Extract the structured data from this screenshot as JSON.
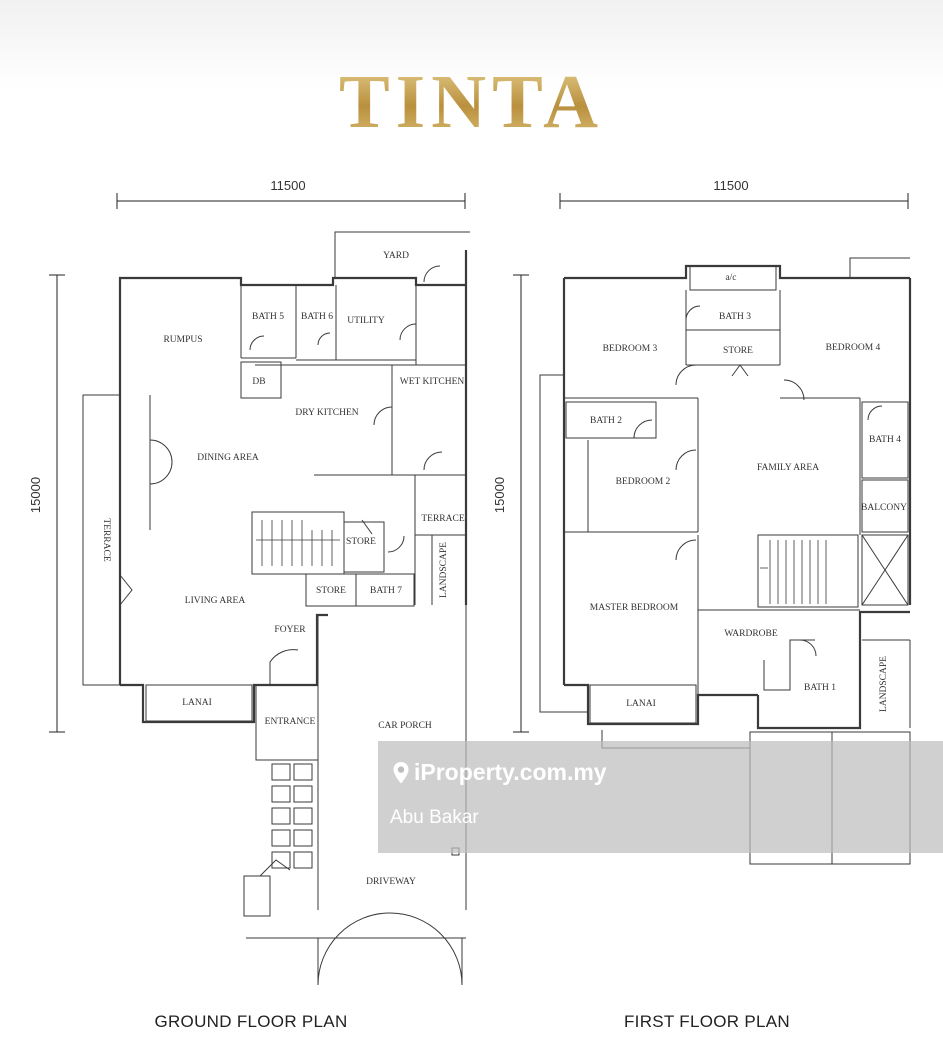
{
  "brand": {
    "title": "TINTA"
  },
  "dimensions": {
    "ground_width": "11500",
    "ground_depth": "15000",
    "first_width": "11500",
    "first_depth": "15000"
  },
  "ground_floor": {
    "caption": "GROUND FLOOR PLAN",
    "rooms": {
      "rumpus": "RUMPUS",
      "bath5": "BATH 5",
      "bath6": "BATH 6",
      "utility": "UTILITY",
      "yard": "YARD",
      "db": "DB",
      "dry_kitchen": "DRY KITCHEN",
      "wet_kitchen": "WET KITCHEN",
      "dining_area": "DINING AREA",
      "terrace_left": "TERRACE",
      "terrace_right": "TERRACE",
      "store_upper": "STORE",
      "store_lower": "STORE",
      "bath7": "BATH 7",
      "landscape": "LANDSCAPE",
      "living_area": "LIVING AREA",
      "foyer": "FOYER",
      "lanai": "LANAI",
      "entrance": "ENTRANCE",
      "car_porch": "CAR PORCH",
      "driveway": "DRIVEWAY"
    }
  },
  "first_floor": {
    "caption": "FIRST FLOOR PLAN",
    "rooms": {
      "ac": "a/c",
      "bath3": "BATH 3",
      "store": "STORE",
      "bedroom3": "BEDROOM 3",
      "bedroom4": "BEDROOM 4",
      "bath2": "BATH 2",
      "bath4": "BATH 4",
      "bedroom2": "BEDROOM 2",
      "family_area": "FAMILY AREA",
      "balcony": "BALCONY",
      "master_bedroom": "MASTER BEDROOM",
      "wardrobe": "WARDROBE",
      "bath1": "BATH 1",
      "landscape": "LANDSCAPE",
      "lanai": "LANAI"
    }
  },
  "watermark": {
    "logo_text": "iProperty.com.my",
    "icon": "location-pin-icon",
    "user": "Abu Bakar"
  }
}
